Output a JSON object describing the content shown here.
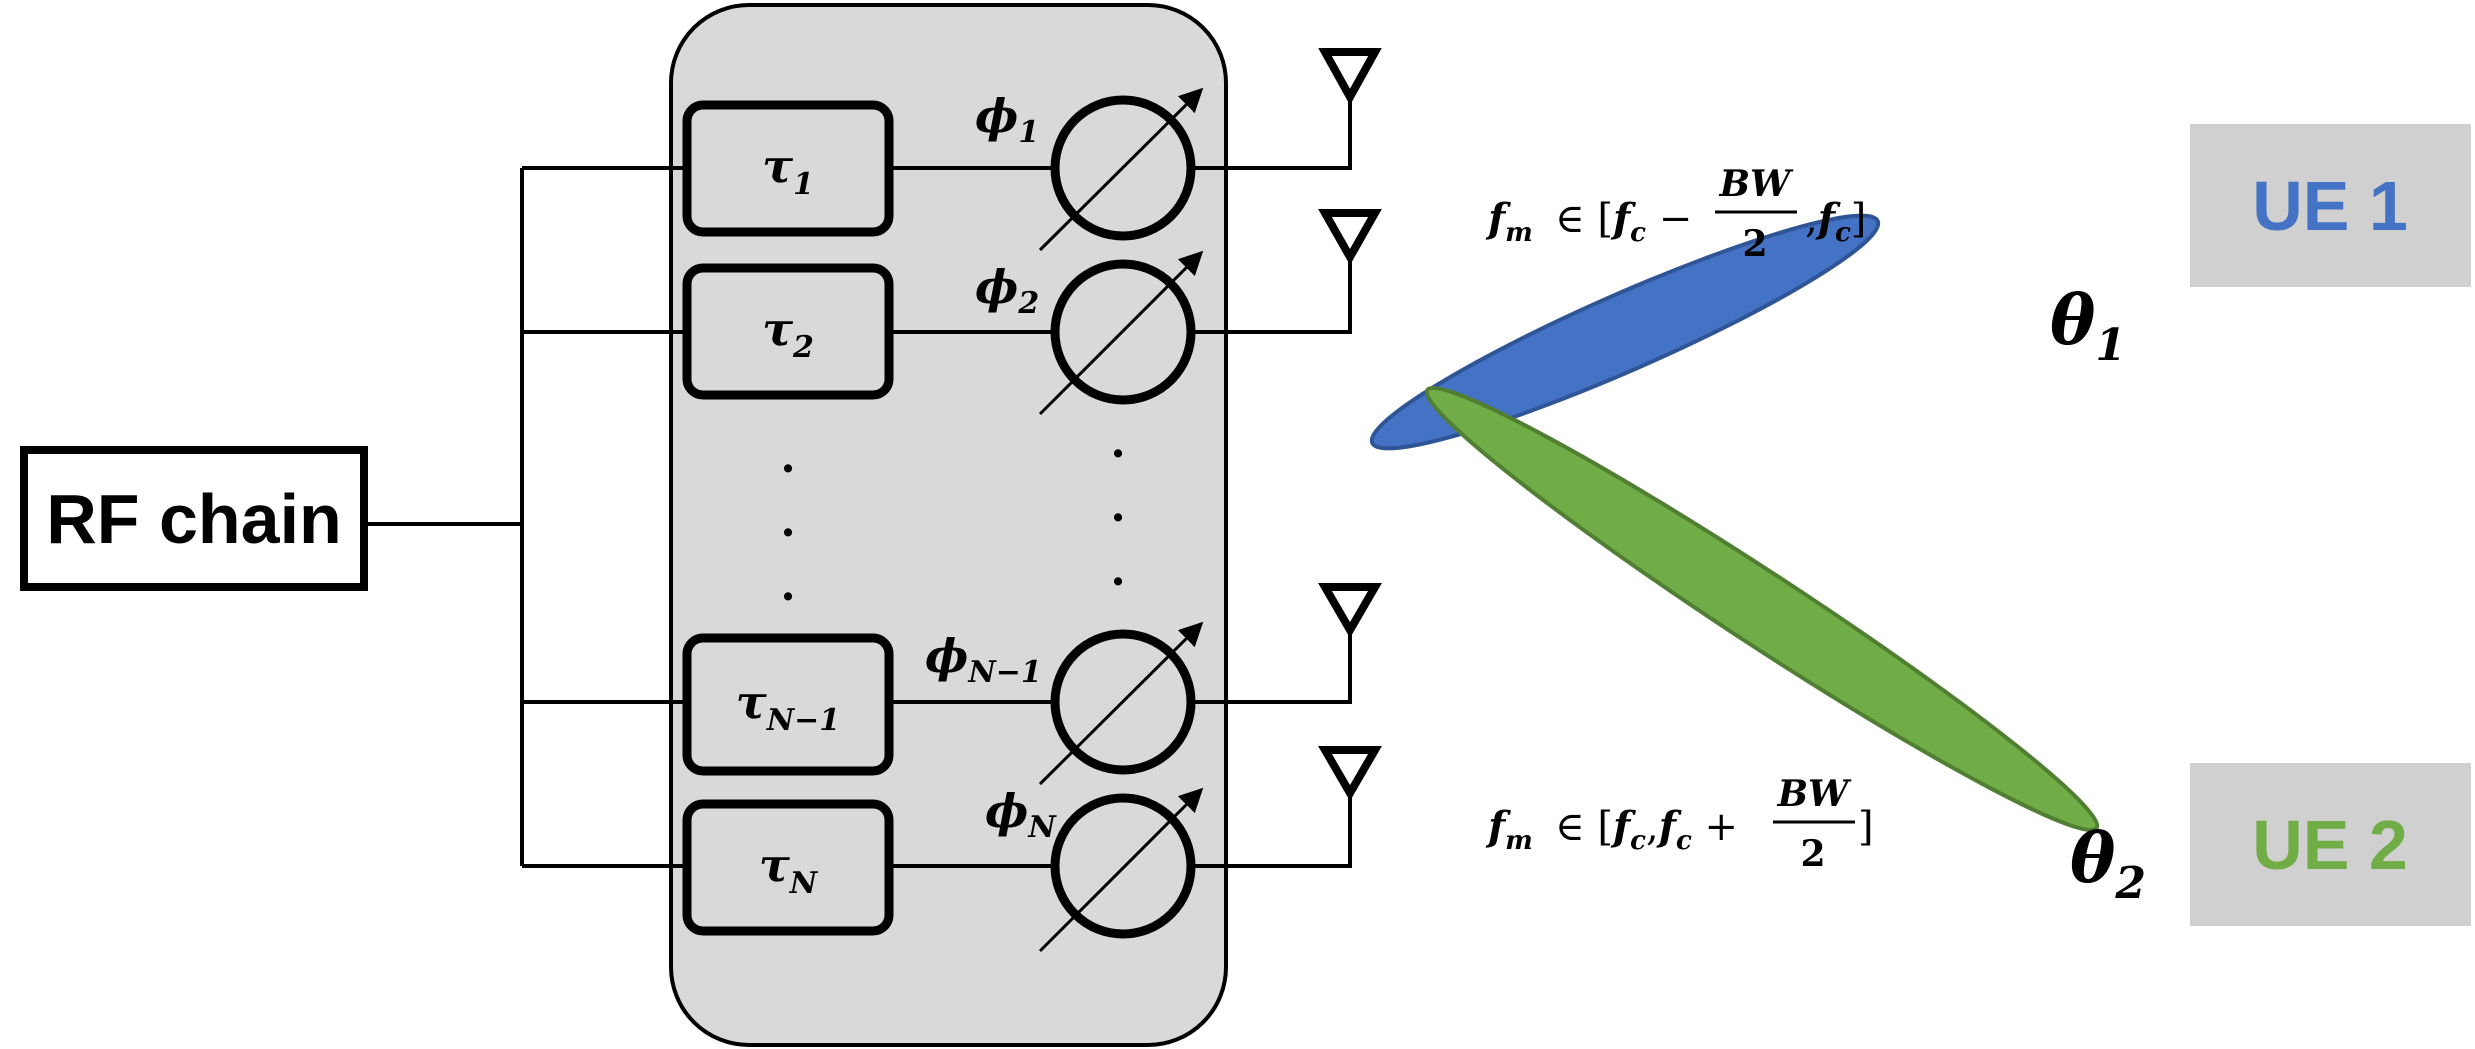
{
  "rf_chain": {
    "label": "RF chain"
  },
  "delays": [
    {
      "sym": "τ",
      "sub": "1"
    },
    {
      "sym": "τ",
      "sub": "2"
    },
    {
      "sym": "τ",
      "sub": "N−1"
    },
    {
      "sym": "τ",
      "sub": "N"
    }
  ],
  "phases": [
    {
      "sym": "ϕ",
      "sub": "1"
    },
    {
      "sym": "ϕ",
      "sub": "2"
    },
    {
      "sym": "ϕ",
      "sub": "N−1"
    },
    {
      "sym": "ϕ",
      "sub": "N"
    }
  ],
  "ellipsis": ".",
  "beam_ue1": {
    "f": "f",
    "m": "m",
    "in": " ∈ [",
    "f2": "f",
    "c": "c",
    "minus": " −",
    "num": "BW",
    "den": "2",
    "comma": ",",
    "f3": "f",
    "c2": "c",
    "close": "]"
  },
  "beam_ue2": {
    "f": "f",
    "m": "m",
    "in": " ∈ [",
    "f2": "f",
    "c": "c",
    "comma": ",",
    "f3": "f",
    "c2": "c",
    "plus": " +",
    "num": "BW",
    "den": "2",
    "close": "]"
  },
  "theta1": {
    "sym": "θ",
    "sub": "1"
  },
  "theta2": {
    "sym": "θ",
    "sub": "2"
  },
  "ue1": {
    "label": "UE 1",
    "color": "#4472c4"
  },
  "ue2": {
    "label": "UE 2",
    "color": "#70ad47"
  },
  "colors": {
    "panel_fill": "#d9d9d9",
    "ue_box_fill": "#d0d0d0",
    "beam1_fill": "#4472c4",
    "beam1_stroke": "#2f5597",
    "beam2_fill": "#70ad47",
    "beam2_stroke": "#507e32"
  }
}
